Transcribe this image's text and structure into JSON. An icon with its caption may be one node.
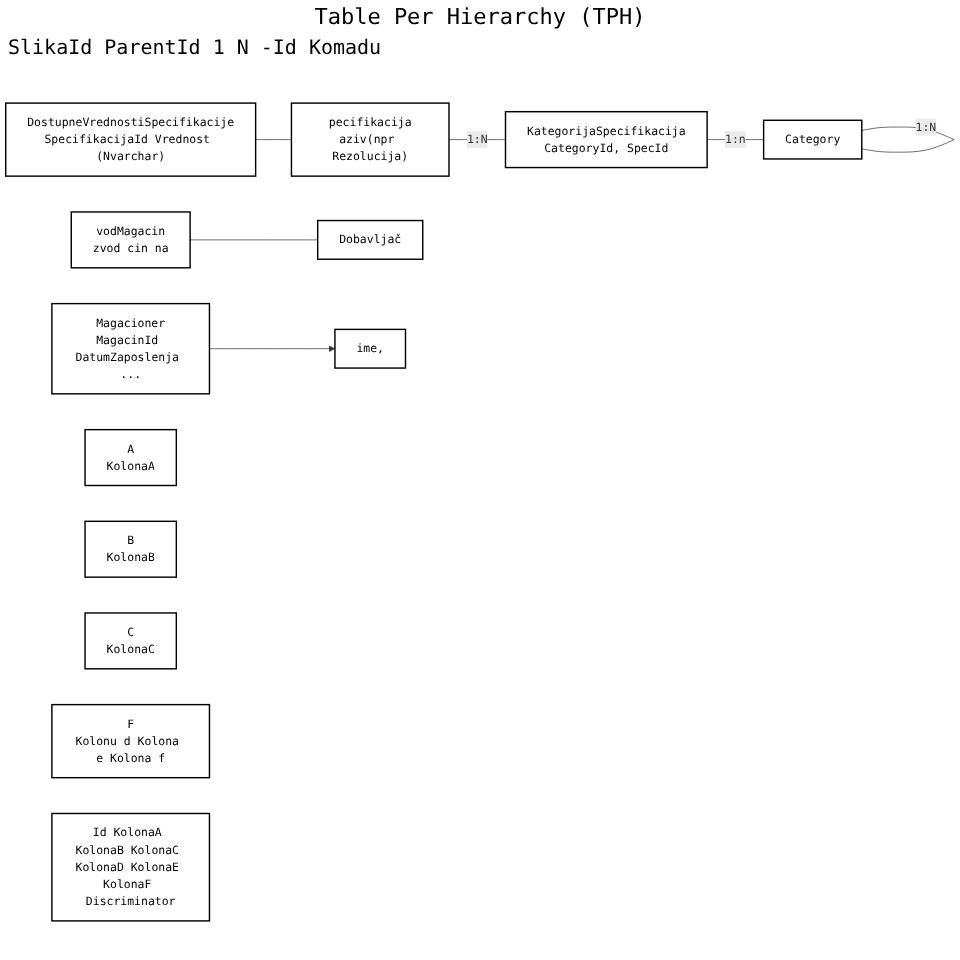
{
  "diagram": {
    "title": "Table Per Hierarchy (TPH)",
    "nodes": [
      {
        "text": [
          "Category"
        ]
      },
      {
        "text": [
          "KategorijaSpecifikacija",
          "CategoryId, SpecId"
        ]
      },
      {
        "text": [
          "pecifikacija",
          "aziv(npr Rezolucija)"
        ]
      },
      {
        "text": [
          "DostupneVrednostiSpecifikacije",
          "SpecifikacijaId Vrednost (Nvarchar)"
        ]
      },
      {
        "text": [
          "vodMagacin",
          "zvod cin na"
        ]
      },
      {
        "text": [
          "Dobavljač"
        ]
      },
      {
        "text": [
          "ime,"
        ]
      },
      {
        "text": [
          "Magacioner",
          "MagacinId DatumZaposlenja ..."
        ]
      },
      {
        "text": [
          "A",
          "KolonaA"
        ]
      },
      {
        "text": [
          "B",
          "KolonaB"
        ]
      },
      {
        "text": [
          "C",
          "KolonaC"
        ]
      },
      {
        "text": [
          "F",
          "Kolonu d Kolona e Kolona f"
        ]
      },
      {
        "text": [
          "Id KolonaA KolonaB KolonaC KolonaD KolonaE KolonaF Discriminator"
        ]
      }
    ],
    "edges": [
      {
        "from": 0,
        "to": 0,
        "arrow": "none",
        "label": "1:N"
      },
      {
        "from": 1,
        "to": 0,
        "arrow": "none",
        "label": "1:n"
      },
      {
        "from": 2,
        "to": 1,
        "arrow": "none",
        "label": "1:N"
      },
      {
        "from": 3,
        "to": 2,
        "arrow": "none"
      },
      {
        "from": 4,
        "to": 5,
        "arrow": "none"
      },
      {
        "from": 7,
        "to": 6,
        "arrow": "to"
      }
    ],
    "labels": [
      "SlikaId",
      "ParentId",
      "1",
      "N",
      "-Id",
      "Komadu"
    ]
  }
}
